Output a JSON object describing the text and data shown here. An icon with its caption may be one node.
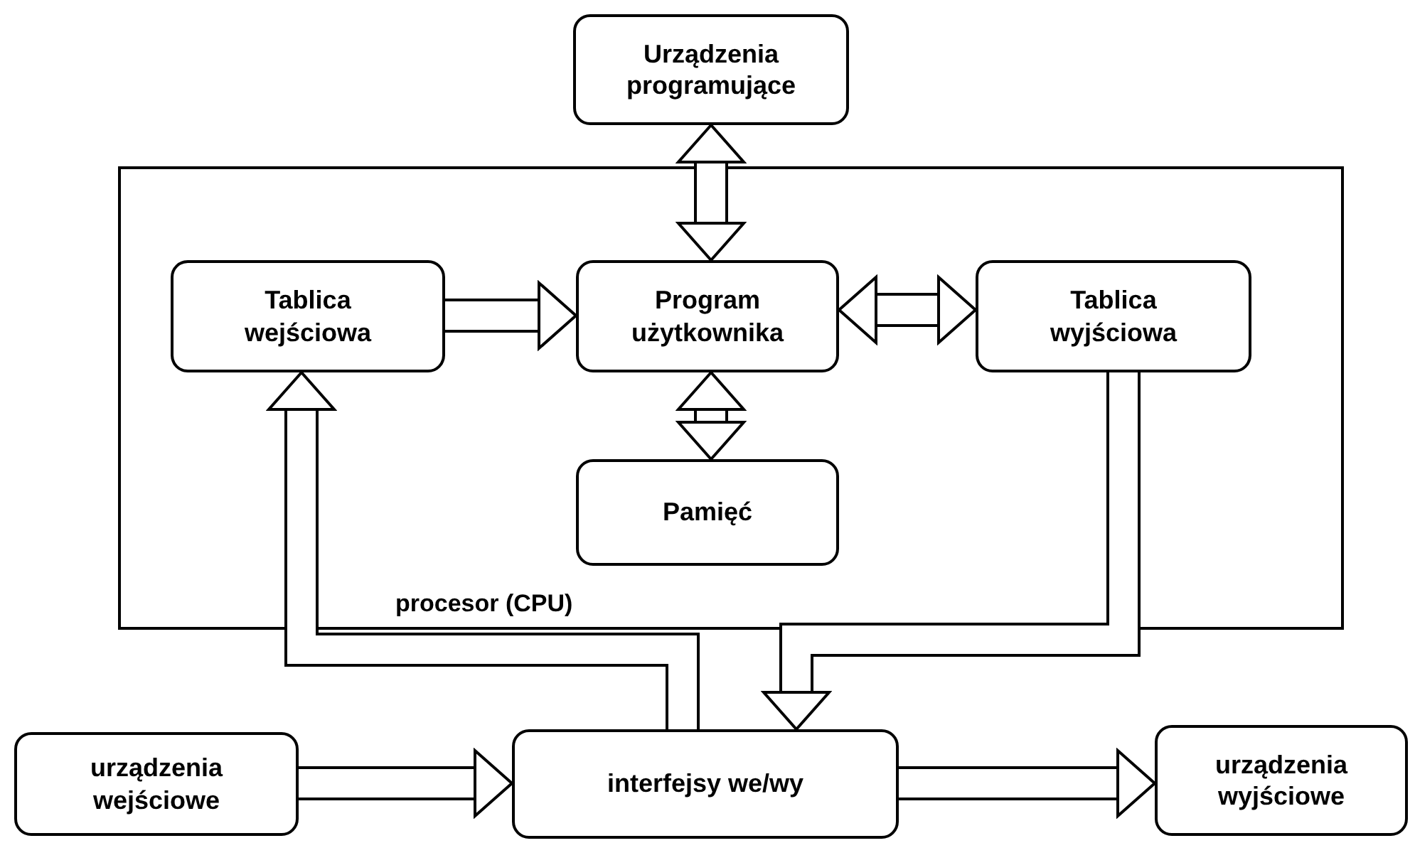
{
  "diagram": {
    "nodes": [
      {
        "text": [
          "Urządzenia programujące"
        ]
      },
      {
        "text": [
          "procesor (CPU)"
        ]
      },
      {
        "text": [
          "Tablica wejściowa"
        ],
        "in": 1
      },
      {
        "text": [
          "Program użytkownika"
        ],
        "in": 1
      },
      {
        "text": [
          "Tablica wyjściowa"
        ],
        "in": 1
      },
      {
        "text": [
          "Pamięć"
        ],
        "in": 1
      },
      {
        "text": [
          "urządzenia wejściowe"
        ]
      },
      {
        "text": [
          "interfejsy we/wy"
        ]
      },
      {
        "text": [
          "urządzenia wyjściowe"
        ]
      }
    ],
    "edges": [
      {
        "from": 0,
        "to": 3,
        "arrow": "both"
      },
      {
        "from": 2,
        "to": 3,
        "arrow": "to"
      },
      {
        "from": 3,
        "to": 4,
        "arrow": "both"
      },
      {
        "from": 3,
        "to": 5,
        "arrow": "both"
      },
      {
        "from": 7,
        "to": 2,
        "arrow": "to"
      },
      {
        "from": 4,
        "to": 7,
        "arrow": "to"
      },
      {
        "from": 6,
        "to": 7,
        "arrow": "to"
      },
      {
        "from": 7,
        "to": 8,
        "arrow": "to"
      }
    ]
  }
}
